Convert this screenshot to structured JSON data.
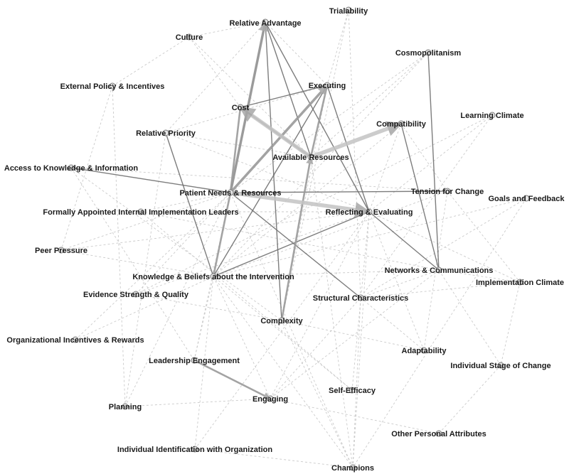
{
  "colors": {
    "background": "#ffffff",
    "text": "#1a1a1a",
    "node_fill": "#e6e6e6",
    "node_stroke": "#7a7a7a",
    "edge_dark": "#6f6f6f",
    "edge_medium": "#9a9a9a",
    "edge_light": "#c4c4c4"
  },
  "nodes": [
    {
      "id": "relative-advantage",
      "label": "Relative Advantage"
    },
    {
      "id": "trialability",
      "label": "Trialability"
    },
    {
      "id": "culture",
      "label": "Culture"
    },
    {
      "id": "cosmopolitanism",
      "label": "Cosmopolitanism"
    },
    {
      "id": "external-policy",
      "label": "External Policy & Incentives"
    },
    {
      "id": "executing",
      "label": "Executing"
    },
    {
      "id": "cost",
      "label": "Cost"
    },
    {
      "id": "learning-climate",
      "label": "Learning Climate"
    },
    {
      "id": "compatibility",
      "label": "Compatibility"
    },
    {
      "id": "relative-priority",
      "label": "Relative Priority"
    },
    {
      "id": "available-resources",
      "label": "Available Resources"
    },
    {
      "id": "access-knowledge",
      "label": "Access to Knowledge & Information"
    },
    {
      "id": "patient-needs",
      "label": "Patient Needs & Resources"
    },
    {
      "id": "tension-change",
      "label": "Tension for Change"
    },
    {
      "id": "goals-feedback",
      "label": "Goals and Feedback"
    },
    {
      "id": "formally-appointed",
      "label": "Formally Appointed Internal Implementation Leaders"
    },
    {
      "id": "reflecting-evaluating",
      "label": "Reflecting & Evaluating"
    },
    {
      "id": "peer-pressure",
      "label": "Peer Pressure"
    },
    {
      "id": "networks-communications",
      "label": "Networks & Communications"
    },
    {
      "id": "knowledge-beliefs",
      "label": "Knowledge & Beliefs about the Intervention"
    },
    {
      "id": "implementation-climate",
      "label": "Implementation Climate"
    },
    {
      "id": "evidence-strength",
      "label": "Evidence Strength & Quality"
    },
    {
      "id": "structural-characteristics",
      "label": "Structural Characteristics"
    },
    {
      "id": "complexity",
      "label": "Complexity"
    },
    {
      "id": "organizational-incentives",
      "label": "Organizational Incentives & Rewards"
    },
    {
      "id": "adaptability",
      "label": "Adaptability"
    },
    {
      "id": "leadership-engagement",
      "label": "Leadership Engagement"
    },
    {
      "id": "individual-stage",
      "label": "Individual Stage of Change"
    },
    {
      "id": "self-efficacy",
      "label": "Self-Efficacy"
    },
    {
      "id": "engaging",
      "label": "Engaging"
    },
    {
      "id": "planning",
      "label": "Planning"
    },
    {
      "id": "other-personal",
      "label": "Other Personal Attributes"
    },
    {
      "id": "individual-identification",
      "label": "Individual Identification with Organization"
    },
    {
      "id": "champions",
      "label": "Champions"
    }
  ],
  "edges": [
    {
      "source": "available-resources",
      "target": "cost",
      "weight": 6,
      "arrow": true
    },
    {
      "source": "available-resources",
      "target": "compatibility",
      "weight": 5,
      "arrow": true
    },
    {
      "source": "patient-needs",
      "target": "reflecting-evaluating",
      "weight": 5,
      "arrow": true
    },
    {
      "source": "patient-needs",
      "target": "executing",
      "weight": 4,
      "arrow": true
    },
    {
      "source": "patient-needs",
      "target": "relative-advantage",
      "weight": 4,
      "arrow": true
    },
    {
      "source": "patient-needs",
      "target": "cost",
      "weight": 3,
      "arrow": false
    },
    {
      "source": "knowledge-beliefs",
      "target": "relative-advantage",
      "weight": 3,
      "arrow": false
    },
    {
      "source": "available-resources",
      "target": "executing",
      "weight": 3,
      "arrow": false
    },
    {
      "source": "complexity",
      "target": "available-resources",
      "weight": 3,
      "arrow": true
    },
    {
      "source": "leadership-engagement",
      "target": "engaging",
      "weight": 3,
      "arrow": true
    },
    {
      "source": "cost",
      "target": "available-resources",
      "weight": 3,
      "arrow": false
    },
    {
      "source": "relative-advantage",
      "target": "available-resources",
      "weight": 2,
      "arrow": false
    },
    {
      "source": "relative-advantage",
      "target": "reflecting-evaluating",
      "weight": 2,
      "arrow": false
    },
    {
      "source": "relative-advantage",
      "target": "complexity",
      "weight": 2,
      "arrow": false
    },
    {
      "source": "cost",
      "target": "executing",
      "weight": 2,
      "arrow": false
    },
    {
      "source": "relative-priority",
      "target": "knowledge-beliefs",
      "weight": 2,
      "arrow": false
    },
    {
      "source": "executing",
      "target": "reflecting-evaluating",
      "weight": 2,
      "arrow": false
    },
    {
      "source": "compatibility",
      "target": "networks-communications",
      "weight": 2,
      "arrow": false
    },
    {
      "source": "cosmopolitanism",
      "target": "networks-communications",
      "weight": 2,
      "arrow": false
    },
    {
      "source": "access-knowledge",
      "target": "patient-needs",
      "weight": 2,
      "arrow": false
    },
    {
      "source": "patient-needs",
      "target": "tension-change",
      "weight": 2,
      "arrow": false
    },
    {
      "source": "knowledge-beliefs",
      "target": "reflecting-evaluating",
      "weight": 2,
      "arrow": false
    },
    {
      "source": "reflecting-evaluating",
      "target": "networks-communications",
      "weight": 2,
      "arrow": false
    },
    {
      "source": "patient-needs",
      "target": "structural-characteristics",
      "weight": 2,
      "arrow": false
    },
    {
      "source": "knowledge-beliefs",
      "target": "executing",
      "weight": 2,
      "arrow": false
    },
    {
      "source": "complexity",
      "target": "executing",
      "weight": 1,
      "arrow": false
    },
    {
      "source": "structural-characteristics",
      "target": "networks-communications",
      "weight": 1,
      "arrow": false
    },
    {
      "source": "structural-characteristics",
      "target": "adaptability",
      "weight": 1,
      "arrow": false
    },
    {
      "source": "relative-advantage",
      "target": "culture",
      "weight": 1,
      "arrow": false
    },
    {
      "source": "relative-advantage",
      "target": "executing",
      "weight": 1,
      "arrow": false
    },
    {
      "source": "relative-advantage",
      "target": "relative-priority",
      "weight": 1,
      "arrow": false
    },
    {
      "source": "trialability",
      "target": "executing",
      "weight": 1,
      "arrow": false
    },
    {
      "source": "trialability",
      "target": "complexity",
      "weight": 1,
      "arrow": false
    },
    {
      "source": "trialability",
      "target": "structural-characteristics",
      "weight": 1,
      "arrow": false
    },
    {
      "source": "cosmopolitanism",
      "target": "knowledge-beliefs",
      "weight": 1,
      "arrow": false
    },
    {
      "source": "cosmopolitanism",
      "target": "patient-needs",
      "weight": 1,
      "arrow": false
    },
    {
      "source": "cosmopolitanism",
      "target": "available-resources",
      "weight": 1,
      "arrow": false
    },
    {
      "source": "external-policy",
      "target": "culture",
      "weight": 1,
      "arrow": false
    },
    {
      "source": "external-policy",
      "target": "planning",
      "weight": 1,
      "arrow": false
    },
    {
      "source": "external-policy",
      "target": "peer-pressure",
      "weight": 1,
      "arrow": false
    },
    {
      "source": "culture",
      "target": "available-resources",
      "weight": 1,
      "arrow": false
    },
    {
      "source": "culture",
      "target": "cost",
      "weight": 1,
      "arrow": false
    },
    {
      "source": "learning-climate",
      "target": "reflecting-evaluating",
      "weight": 1,
      "arrow": false
    },
    {
      "source": "learning-climate",
      "target": "structural-characteristics",
      "weight": 1,
      "arrow": false
    },
    {
      "source": "learning-climate",
      "target": "evidence-strength",
      "weight": 1,
      "arrow": false
    },
    {
      "source": "compatibility",
      "target": "reflecting-evaluating",
      "weight": 1,
      "arrow": false
    },
    {
      "source": "compatibility",
      "target": "knowledge-beliefs",
      "weight": 1,
      "arrow": false
    },
    {
      "source": "compatibility",
      "target": "tension-change",
      "weight": 1,
      "arrow": false
    },
    {
      "source": "relative-priority",
      "target": "available-resources",
      "weight": 1,
      "arrow": false
    },
    {
      "source": "relative-priority",
      "target": "executing",
      "weight": 1,
      "arrow": false
    },
    {
      "source": "relative-priority",
      "target": "reflecting-evaluating",
      "weight": 1,
      "arrow": false
    },
    {
      "source": "access-knowledge",
      "target": "complexity",
      "weight": 1,
      "arrow": false
    },
    {
      "source": "access-knowledge",
      "target": "leadership-engagement",
      "weight": 1,
      "arrow": false
    },
    {
      "source": "access-knowledge",
      "target": "tension-change",
      "weight": 1,
      "arrow": false
    },
    {
      "source": "tension-change",
      "target": "knowledge-beliefs",
      "weight": 1,
      "arrow": false
    },
    {
      "source": "tension-change",
      "target": "implementation-climate",
      "weight": 1,
      "arrow": false
    },
    {
      "source": "tension-change",
      "target": "adaptability",
      "weight": 1,
      "arrow": false
    },
    {
      "source": "goals-feedback",
      "target": "structural-characteristics",
      "weight": 1,
      "arrow": false
    },
    {
      "source": "goals-feedback",
      "target": "knowledge-beliefs",
      "weight": 1,
      "arrow": false
    },
    {
      "source": "goals-feedback",
      "target": "champions",
      "weight": 1,
      "arrow": false
    },
    {
      "source": "formally-appointed",
      "target": "patient-needs",
      "weight": 1,
      "arrow": false
    },
    {
      "source": "formally-appointed",
      "target": "reflecting-evaluating",
      "weight": 1,
      "arrow": false
    },
    {
      "source": "formally-appointed",
      "target": "networks-communications",
      "weight": 1,
      "arrow": false
    },
    {
      "source": "formally-appointed",
      "target": "self-efficacy",
      "weight": 1,
      "arrow": false
    },
    {
      "source": "peer-pressure",
      "target": "knowledge-beliefs",
      "weight": 1,
      "arrow": false
    },
    {
      "source": "peer-pressure",
      "target": "patient-needs",
      "weight": 1,
      "arrow": false
    },
    {
      "source": "peer-pressure",
      "target": "reflecting-evaluating",
      "weight": 1,
      "arrow": false
    },
    {
      "source": "networks-communications",
      "target": "implementation-climate",
      "weight": 1,
      "arrow": false
    },
    {
      "source": "networks-communications",
      "target": "knowledge-beliefs",
      "weight": 1,
      "arrow": false
    },
    {
      "source": "networks-communications",
      "target": "engaging",
      "weight": 1,
      "arrow": false
    },
    {
      "source": "implementation-climate",
      "target": "individual-stage",
      "weight": 1,
      "arrow": false
    },
    {
      "source": "implementation-climate",
      "target": "reflecting-evaluating",
      "weight": 1,
      "arrow": false
    },
    {
      "source": "implementation-climate",
      "target": "structural-characteristics",
      "weight": 1,
      "arrow": false
    },
    {
      "source": "evidence-strength",
      "target": "patient-needs",
      "weight": 1,
      "arrow": false
    },
    {
      "source": "evidence-strength",
      "target": "complexity",
      "weight": 1,
      "arrow": false
    },
    {
      "source": "evidence-strength",
      "target": "reflecting-evaluating",
      "weight": 1,
      "arrow": false
    },
    {
      "source": "organizational-incentives",
      "target": "knowledge-beliefs",
      "weight": 1,
      "arrow": false
    },
    {
      "source": "organizational-incentives",
      "target": "patient-needs",
      "weight": 1,
      "arrow": false
    },
    {
      "source": "adaptability",
      "target": "reflecting-evaluating",
      "weight": 1,
      "arrow": false
    },
    {
      "source": "adaptability",
      "target": "complexity",
      "weight": 1,
      "arrow": false
    },
    {
      "source": "leadership-engagement",
      "target": "knowledge-beliefs",
      "weight": 1,
      "arrow": false
    },
    {
      "source": "leadership-engagement",
      "target": "patient-needs",
      "weight": 1,
      "arrow": false
    },
    {
      "source": "individual-stage",
      "target": "other-personal",
      "weight": 1,
      "arrow": false
    },
    {
      "source": "individual-stage",
      "target": "networks-communications",
      "weight": 1,
      "arrow": false
    },
    {
      "source": "self-efficacy",
      "target": "reflecting-evaluating",
      "weight": 1,
      "arrow": false
    },
    {
      "source": "self-efficacy",
      "target": "knowledge-beliefs",
      "weight": 1,
      "arrow": false
    },
    {
      "source": "engaging",
      "target": "knowledge-beliefs",
      "weight": 1,
      "arrow": false
    },
    {
      "source": "engaging",
      "target": "reflecting-evaluating",
      "weight": 1,
      "arrow": false
    },
    {
      "source": "engaging",
      "target": "structural-characteristics",
      "weight": 1,
      "arrow": false
    },
    {
      "source": "engaging",
      "target": "other-personal",
      "weight": 1,
      "arrow": false
    },
    {
      "source": "planning",
      "target": "patient-needs",
      "weight": 1,
      "arrow": false
    },
    {
      "source": "planning",
      "target": "relative-priority",
      "weight": 1,
      "arrow": false
    },
    {
      "source": "planning",
      "target": "engaging",
      "weight": 1,
      "arrow": false
    },
    {
      "source": "individual-identification",
      "target": "knowledge-beliefs",
      "weight": 1,
      "arrow": false
    },
    {
      "source": "individual-identification",
      "target": "reflecting-evaluating",
      "weight": 1,
      "arrow": false
    },
    {
      "source": "individual-identification",
      "target": "champions",
      "weight": 1,
      "arrow": false
    },
    {
      "source": "champions",
      "target": "knowledge-beliefs",
      "weight": 1,
      "arrow": false
    },
    {
      "source": "champions",
      "target": "patient-needs",
      "weight": 1,
      "arrow": false
    },
    {
      "source": "champions",
      "target": "structural-characteristics",
      "weight": 1,
      "arrow": false
    },
    {
      "source": "champions",
      "target": "complexity",
      "weight": 1,
      "arrow": false
    },
    {
      "source": "champions",
      "target": "available-resources",
      "weight": 1,
      "arrow": false
    },
    {
      "source": "champions",
      "target": "reflecting-evaluating",
      "weight": 1,
      "arrow": false
    }
  ]
}
